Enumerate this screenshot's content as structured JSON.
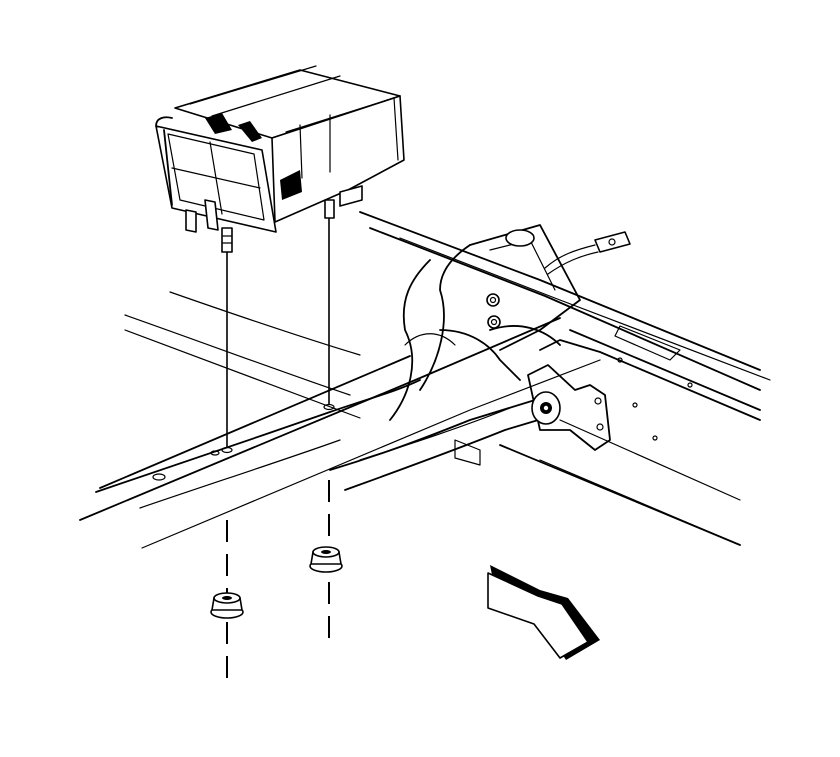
{
  "figure": {
    "kind": "exploded installation illustration",
    "components": [
      {
        "name": "evaporative-canister",
        "icon": "canister-icon"
      },
      {
        "name": "mounting-stud-left",
        "icon": "stud-icon"
      },
      {
        "name": "mounting-stud-right",
        "icon": "stud-icon"
      },
      {
        "name": "mounting-nut-left",
        "icon": "flange-nut-icon"
      },
      {
        "name": "mounting-nut-right",
        "icon": "flange-nut-icon"
      },
      {
        "name": "frame-rail",
        "icon": "frame-icon"
      },
      {
        "name": "crossmember",
        "icon": "crossmember-icon"
      },
      {
        "name": "wiring-connector",
        "icon": "connector-icon"
      }
    ],
    "direction_arrow": {
      "icon": "front-direction-arrow-icon",
      "meaning": "vehicle front"
    },
    "colors": {
      "line": "#000000",
      "background": "#ffffff"
    }
  }
}
